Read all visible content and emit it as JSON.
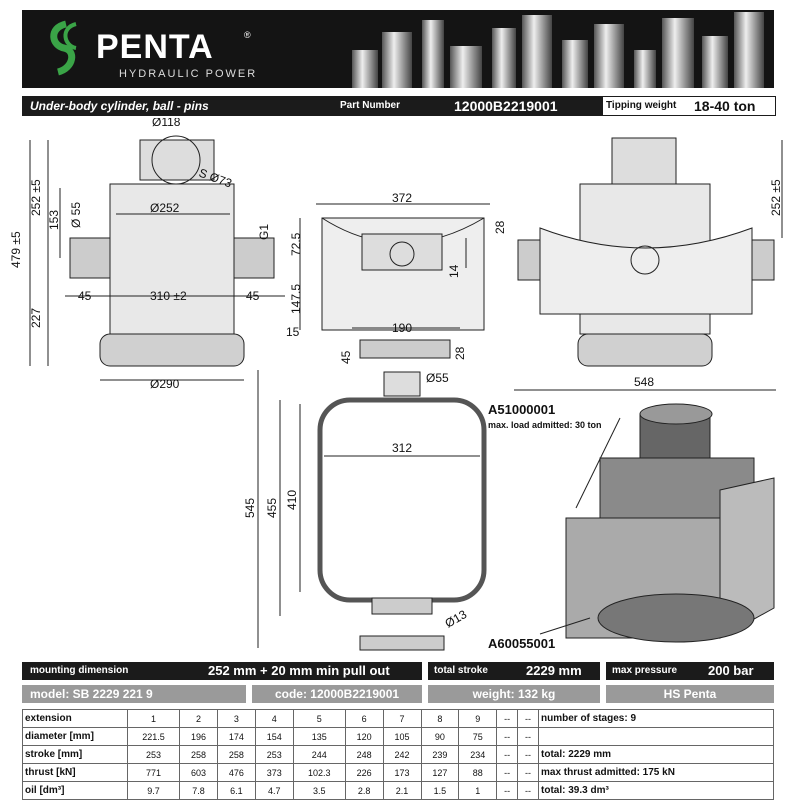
{
  "header": {
    "brand": "PENTA",
    "registered": "®",
    "tagline": "HYDRAULIC POWER",
    "title": "Under-body cylinder, ball - pins",
    "part_number_label": "Part Number",
    "part_number": "12000B2219001",
    "tipping_weight_label": "Tipping weight",
    "tipping_weight": "18-40 ton"
  },
  "drawing": {
    "d118": "Ø118",
    "s73": "S Ø73",
    "d252": "Ø252",
    "d55": "Ø 55",
    "h252": "252 ±5",
    "h479": "479 ±5",
    "h153": "153",
    "h227": "227",
    "w45a": "45",
    "w45b": "45",
    "w310": "310 ±2",
    "g1": "G1",
    "d290": "Ø290",
    "w372": "372",
    "h28a": "28",
    "h72": "72.5",
    "h14": "14",
    "h147": "147.5",
    "h15": "15",
    "w190": "190",
    "h45": "45",
    "h28b": "28",
    "d55b": "Ø55",
    "h252r": "252 ±5",
    "w548": "548",
    "h545": "545",
    "h455": "455",
    "h410": "410",
    "w312": "312",
    "d13": "Ø13",
    "acc1_code": "A51000001",
    "acc1_note": "max. load admitted: 30 ton",
    "acc2_code": "A60055001"
  },
  "summary": {
    "mounting_label": "mounting dimension",
    "mounting_value": "252 mm + 20 mm min pull out",
    "total_stroke_label": "total stroke",
    "total_stroke_value": "2229 mm",
    "max_pressure_label": "max pressure",
    "max_pressure_value": "200 bar",
    "model": "model: SB 2229 221 9",
    "code": "code: 12000B2219001",
    "weight": "weight: 132 kg",
    "brand": "HS Penta"
  },
  "spec_table": {
    "rows": [
      {
        "label": "extension",
        "cells": [
          "1",
          "2",
          "3",
          "4",
          "5",
          "6",
          "7",
          "8",
          "9",
          "--",
          "--"
        ],
        "note": "number of stages: 9"
      },
      {
        "label": "diameter [mm]",
        "cells": [
          "221.5",
          "196",
          "174",
          "154",
          "135",
          "120",
          "105",
          "90",
          "75",
          "--",
          "--"
        ],
        "note": ""
      },
      {
        "label": "stroke [mm]",
        "cells": [
          "253",
          "258",
          "258",
          "253",
          "244",
          "248",
          "242",
          "239",
          "234",
          "--",
          "--"
        ],
        "note": "total: 2229 mm"
      },
      {
        "label": "thrust [kN]",
        "cells": [
          "771",
          "603",
          "476",
          "373",
          "102.3",
          "226",
          "173",
          "127",
          "88",
          "--",
          "--"
        ],
        "note": "max thrust admitted: 175 kN"
      },
      {
        "label": "oil [dm³]",
        "cells": [
          "9.7",
          "7.8",
          "6.1",
          "4.7",
          "3.5",
          "2.8",
          "2.1",
          "1.5",
          "1",
          "--",
          "--"
        ],
        "note": "total: 39.3 dm³"
      }
    ]
  },
  "colors": {
    "dark": "#1b1b1b",
    "grey": "#9a9a9a",
    "accent": "#3aa447"
  }
}
